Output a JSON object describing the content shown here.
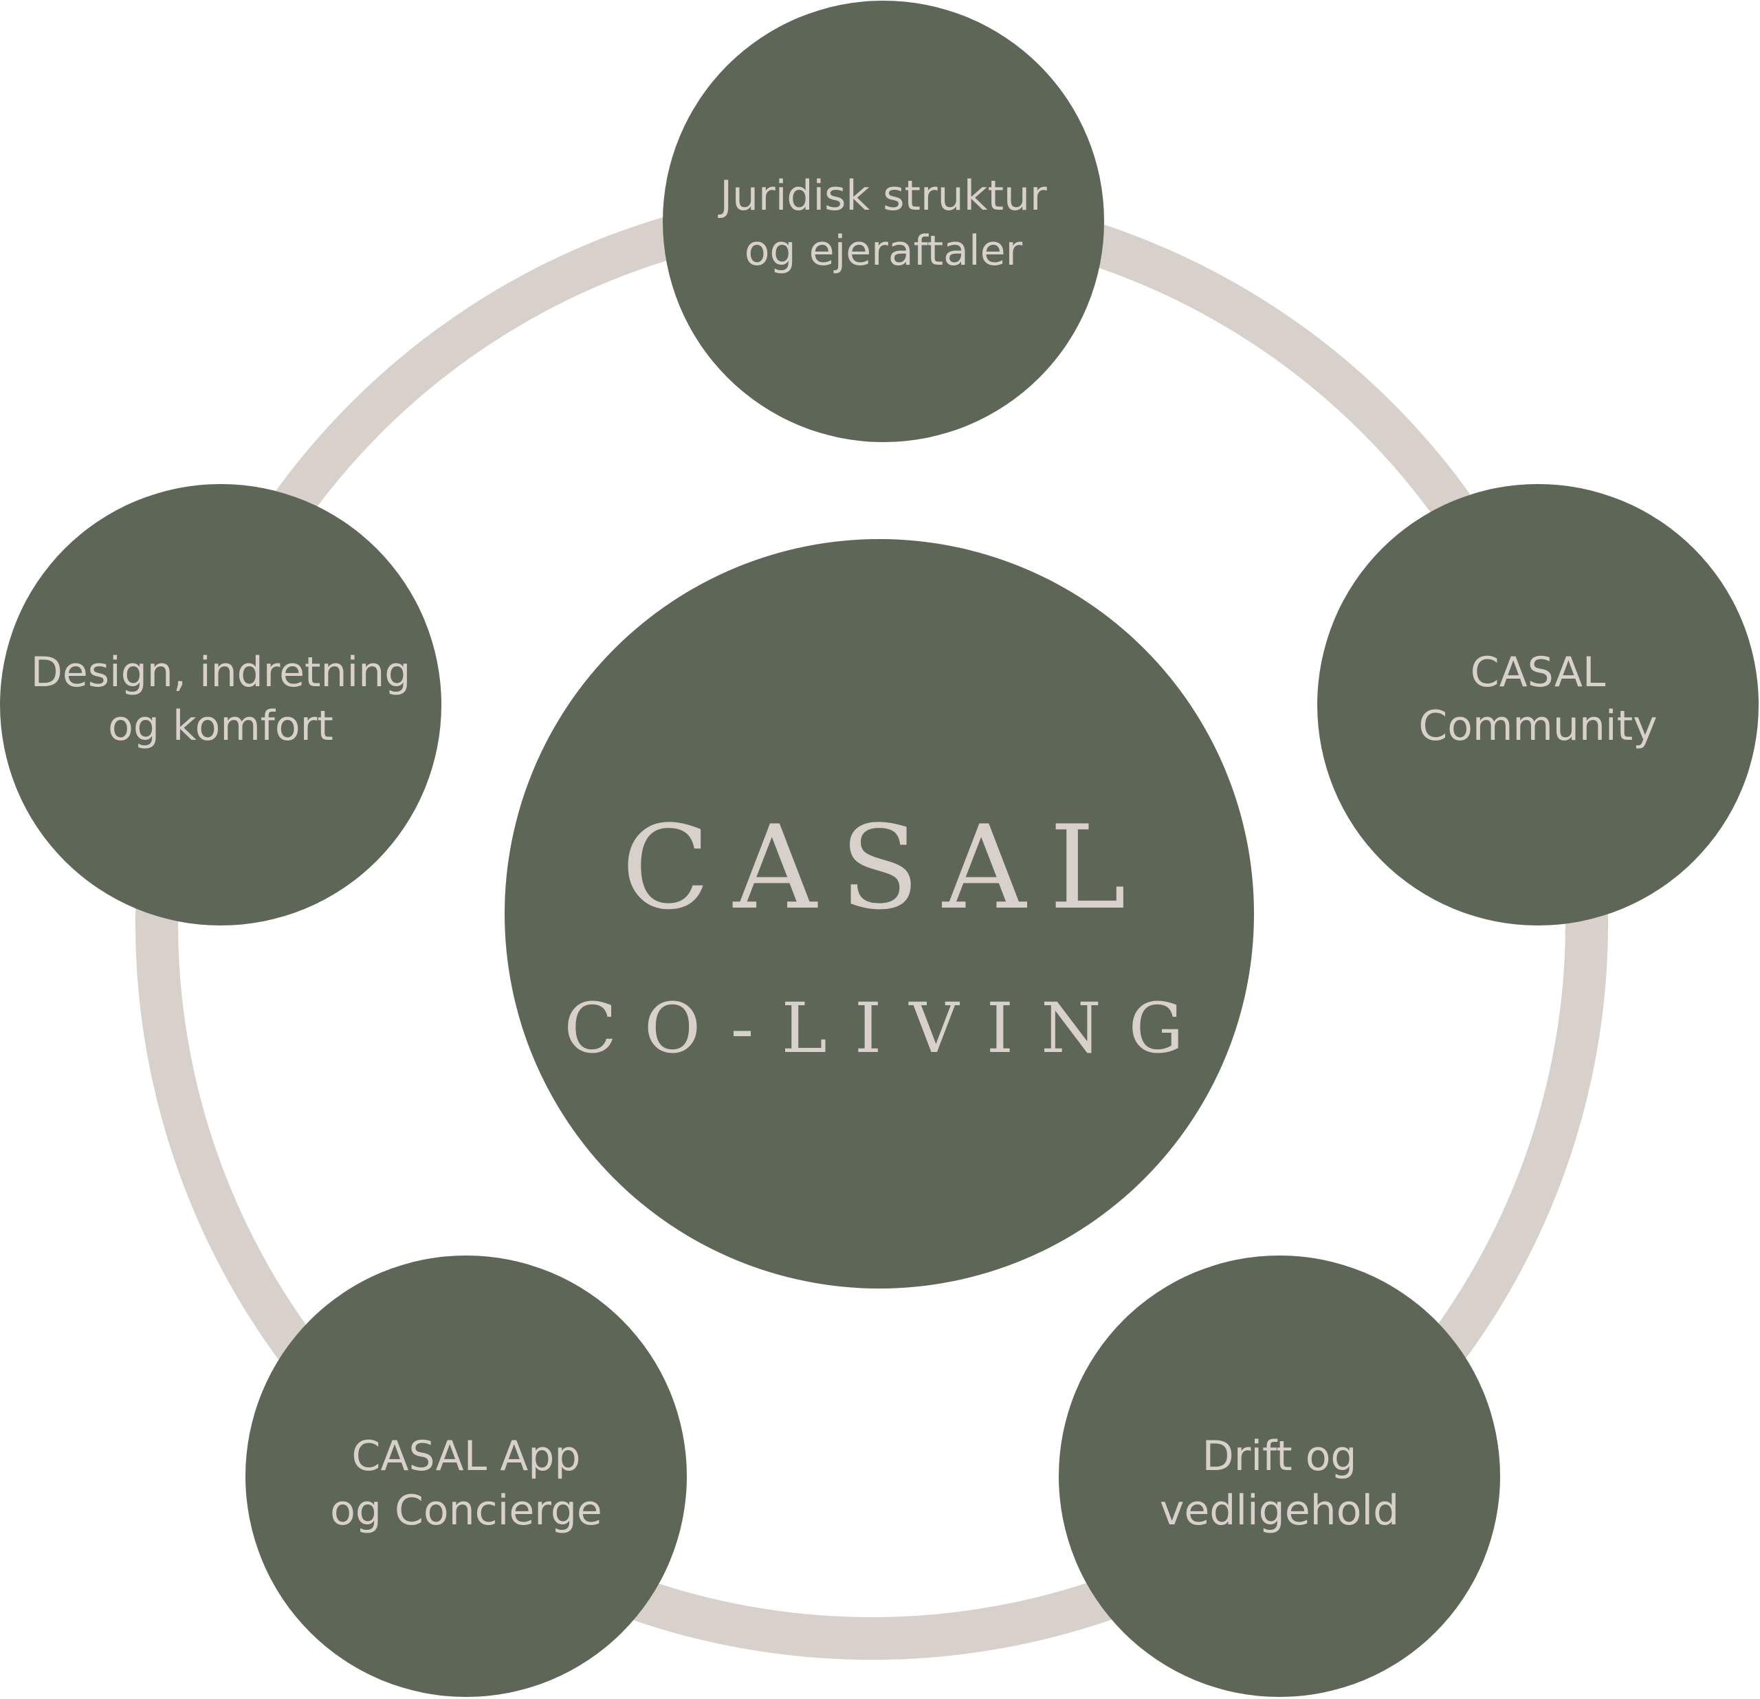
{
  "colors": {
    "background": "#ffffff",
    "ring": "#d8d0ca",
    "node_fill": "#5d6657",
    "text": "#d8d0ca"
  },
  "hub": {
    "title": "CASAL",
    "subtitle": "CO-LIVING"
  },
  "nodes": [
    {
      "id": "juridisk",
      "lines": [
        "Juridisk struktur",
        "og ejeraftaler"
      ]
    },
    {
      "id": "community",
      "lines": [
        "CASAL",
        "Community"
      ]
    },
    {
      "id": "drift",
      "lines": [
        "Drift og",
        "vedligehold"
      ]
    },
    {
      "id": "app",
      "lines": [
        "CASAL App",
        "og Concierge"
      ]
    },
    {
      "id": "design",
      "lines": [
        "Design, indretning",
        "og komfort"
      ]
    }
  ]
}
